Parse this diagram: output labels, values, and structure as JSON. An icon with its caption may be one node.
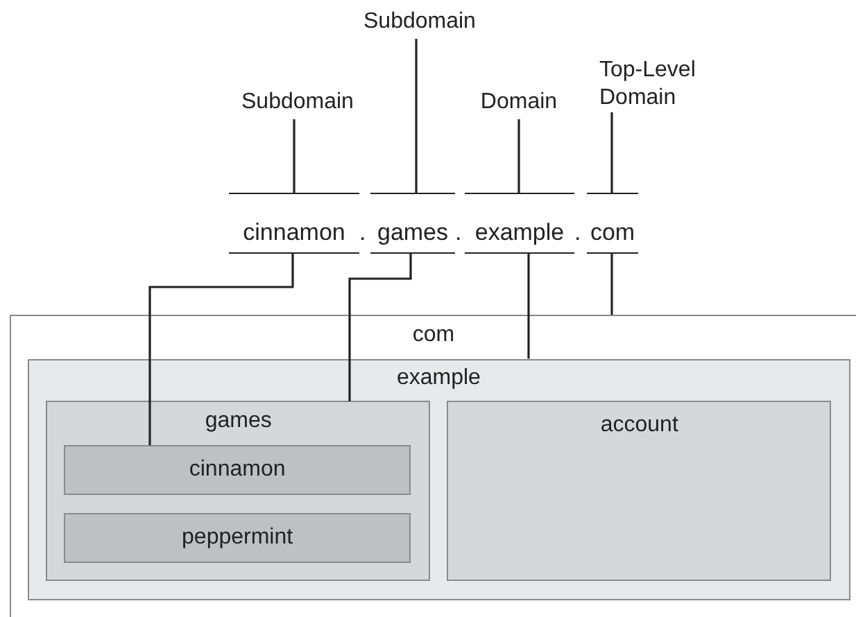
{
  "diagram": {
    "nodes": [
      {
        "text": [
          "Subdomain"
        ]
      },
      {
        "text": [
          "Subdomain"
        ]
      },
      {
        "text": [
          "Domain"
        ]
      },
      {
        "text": [
          "Top-Level Domain"
        ]
      },
      {
        "text": [
          "cinnamon"
        ]
      },
      {
        "text": [
          "games"
        ]
      },
      {
        "text": [
          "example"
        ]
      },
      {
        "text": [
          "com"
        ]
      },
      {
        "text": [
          "com"
        ]
      },
      {
        "text": [
          "example"
        ],
        "in": 8
      },
      {
        "text": [
          "games"
        ],
        "in": 9
      },
      {
        "text": [
          "cinnamon"
        ],
        "in": 10
      },
      {
        "text": [
          "peppermint"
        ],
        "in": 10
      },
      {
        "text": [
          "account"
        ],
        "in": 9
      }
    ],
    "edges": [
      {
        "from": 0,
        "to": 5,
        "arrow": "none"
      },
      {
        "from": 1,
        "to": 4,
        "arrow": "none"
      },
      {
        "from": 2,
        "to": 6,
        "arrow": "none"
      },
      {
        "from": 3,
        "to": 7,
        "arrow": "none"
      },
      {
        "from": 4,
        "to": 11,
        "arrow": "none"
      },
      {
        "from": 5,
        "to": 10,
        "arrow": "none"
      },
      {
        "from": 6,
        "to": 9,
        "arrow": "none"
      },
      {
        "from": 7,
        "to": 8,
        "arrow": "none"
      }
    ],
    "labels": [
      ".",
      ".",
      "."
    ]
  }
}
